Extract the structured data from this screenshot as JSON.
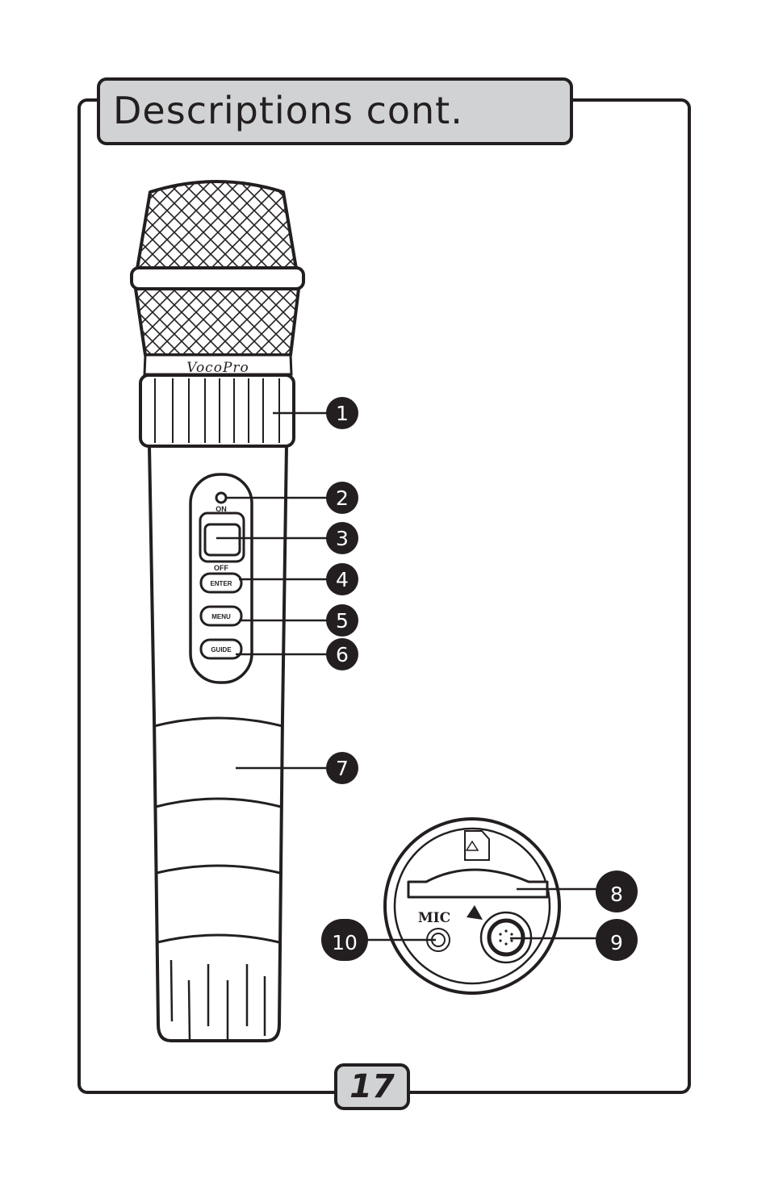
{
  "page": {
    "title": "Descriptions cont.",
    "page_number": "17"
  },
  "mic": {
    "brand": "VocoPro",
    "switch_on_label": "ON",
    "switch_off_label": "OFF",
    "buttons": [
      "ENTER",
      "MENU",
      "GUIDE"
    ]
  },
  "bottom_view": {
    "mic_label": "MIC"
  },
  "callouts": [
    "1",
    "2",
    "3",
    "4",
    "5",
    "6",
    "7",
    "8",
    "9",
    "10"
  ],
  "colors": {
    "ink": "#231f20",
    "tab_fill": "#d1d2d4",
    "background": "#ffffff"
  }
}
